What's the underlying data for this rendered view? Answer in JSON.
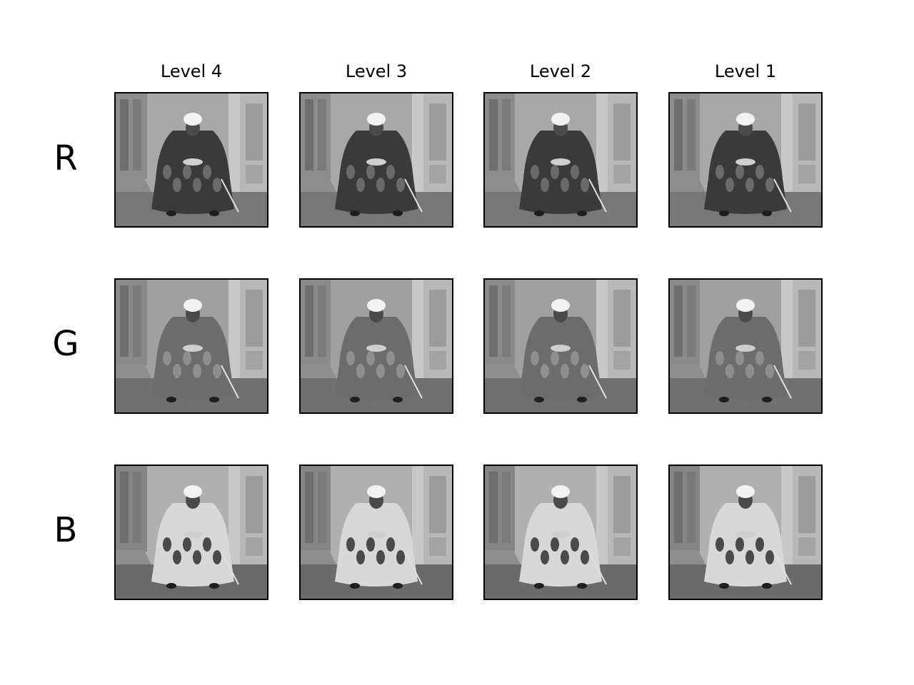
{
  "columns": [
    {
      "title": "Level 4"
    },
    {
      "title": "Level 3"
    },
    {
      "title": "Level 2"
    },
    {
      "title": "Level 1"
    }
  ],
  "rows": [
    {
      "label": "R",
      "robe_tone": "dark"
    },
    {
      "label": "G",
      "robe_tone": "mid"
    },
    {
      "label": "B",
      "robe_tone": "light"
    }
  ],
  "colors": {
    "background": "#ffffff",
    "panel_border": "#000000"
  }
}
